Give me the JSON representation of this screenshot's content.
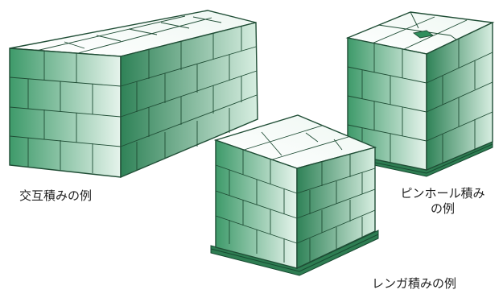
{
  "labels": {
    "alternate": "交互積みの例",
    "pinwheel_line1": "ピンホール積み",
    "pinwheel_line2": "の例",
    "brick": "レンガ積みの例"
  },
  "colors": {
    "line": "#1f4d35",
    "front_dark": "#3e9a6a",
    "front_light": "#e6f4ec",
    "side_dark": "#2f8257",
    "side_light": "#d7eee1",
    "top": "#f6fbf8",
    "pallet": "#2e7d52",
    "pallet_dark": "#174a31",
    "hole": "#2f8e5c"
  }
}
